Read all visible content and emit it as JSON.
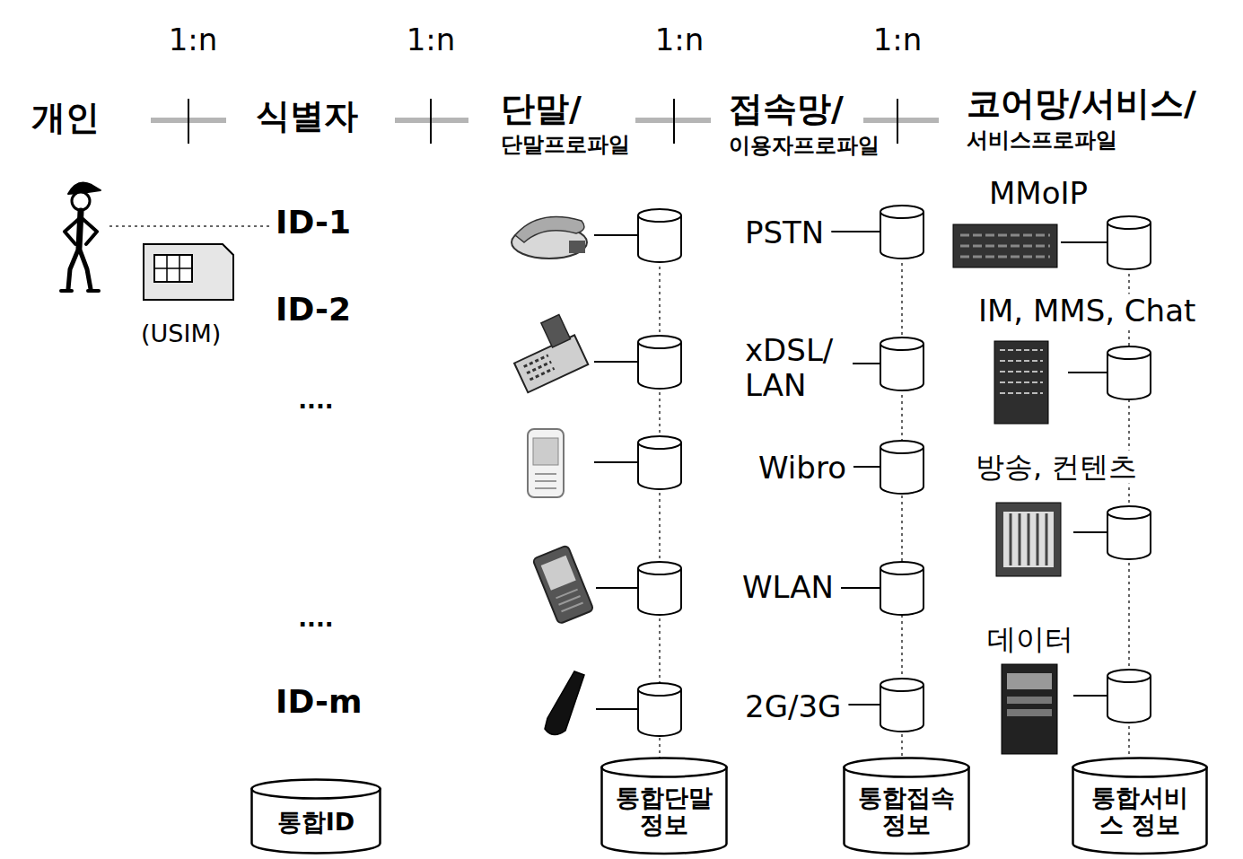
{
  "diagram": {
    "nodes": [
      {
        "text": [
          "통합ID"
        ]
      },
      {
        "text": [
          "통합단말 정보"
        ]
      },
      {
        "text": [
          "통합접속 정보"
        ]
      },
      {
        "text": [
          "통합서비스 정보"
        ]
      }
    ],
    "labels": [
      "1:n",
      "1:n",
      "1:n",
      "1:n",
      "개인",
      "식별자",
      "단말/",
      "단말프로파일",
      "접속망/",
      "이용자프로파일",
      "코어망/서비스/",
      "서비스프로파일",
      "ID-1",
      "(USIM)",
      "ID-2",
      "....",
      "....",
      "ID-m",
      "PSTN",
      "xDSL/ LAN",
      "Wibro",
      "WLAN",
      "2G/3G",
      "MMoIP",
      "IM, MMS, Chat",
      "방송, 컨텐츠",
      "데이터"
    ]
  }
}
